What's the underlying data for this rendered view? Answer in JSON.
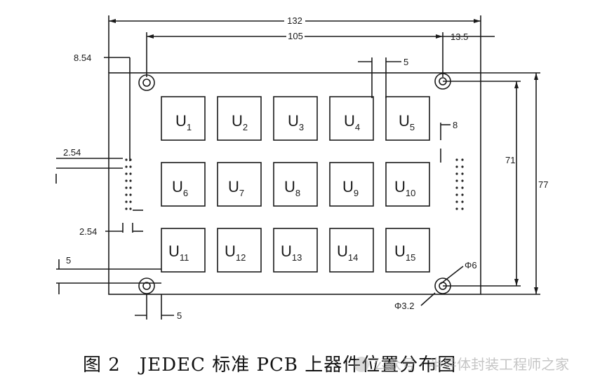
{
  "dimensions": {
    "overall_width": "132",
    "hole_spacing": "105",
    "right_offset": "13.5",
    "left_offset": "8.54",
    "gap_5_top": "5",
    "pitch_254_a": "2.54",
    "pitch_254_b": "2.54",
    "row_gap": "8",
    "inner_height": "71",
    "overall_height": "77",
    "edge_5_left": "5",
    "edge_5_bottom": "5",
    "pad_dia": "Φ6",
    "hole_dia": "Φ3.2"
  },
  "units": [
    {
      "main": "U",
      "sub": "1"
    },
    {
      "main": "U",
      "sub": "2"
    },
    {
      "main": "U",
      "sub": "3"
    },
    {
      "main": "U",
      "sub": "4"
    },
    {
      "main": "U",
      "sub": "5"
    },
    {
      "main": "U",
      "sub": "6"
    },
    {
      "main": "U",
      "sub": "7"
    },
    {
      "main": "U",
      "sub": "8"
    },
    {
      "main": "U",
      "sub": "9"
    },
    {
      "main": "U",
      "sub": "10"
    },
    {
      "main": "U",
      "sub": "11"
    },
    {
      "main": "U",
      "sub": "12"
    },
    {
      "main": "U",
      "sub": "13"
    },
    {
      "main": "U",
      "sub": "14"
    },
    {
      "main": "U",
      "sub": "15"
    }
  ],
  "caption": "图 2　JEDEC 标准 PCB 上器件位置分布图",
  "watermark": "公众号 · 半导体封装工程师之家"
}
